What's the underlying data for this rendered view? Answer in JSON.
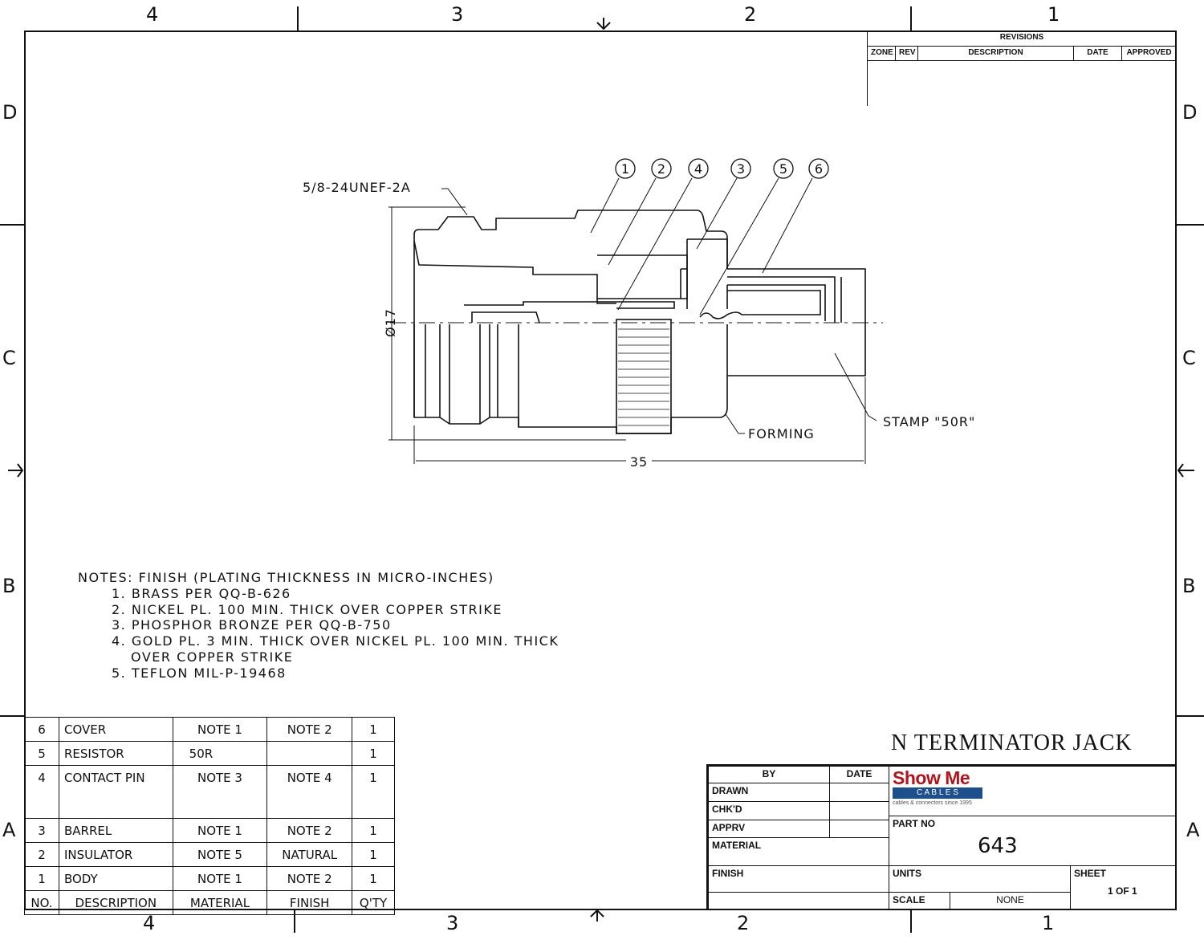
{
  "border": {
    "columns": [
      "4",
      "3",
      "2",
      "1"
    ],
    "rows": [
      "D",
      "C",
      "B",
      "A"
    ]
  },
  "revisions": {
    "title": "REVISIONS",
    "headers": [
      "ZONE",
      "REV",
      "DESCRIPTION",
      "DATE",
      "APPROVED"
    ]
  },
  "drawing": {
    "thread_label": "5/8-24UNEF-2A",
    "diameter_label": "Ø17",
    "length_label": "35",
    "forming_label": "FORMING",
    "stamp_label": "STAMP \"50R\"",
    "balloons": [
      "1",
      "2",
      "4",
      "3",
      "5",
      "6"
    ]
  },
  "notes": {
    "heading": "NOTES: FINISH (PLATING THICKNESS IN MICRO-INCHES)",
    "items": [
      "1. BRASS PER QQ-B-626",
      "2. NICKEL PL. 100 MIN. THICK OVER COPPER STRIKE",
      "3. PHOSPHOR BRONZE PER QQ-B-750",
      "4. GOLD PL. 3 MIN. THICK OVER NICKEL PL. 100 MIN. THICK",
      "OVER COPPER STRIKE",
      "5. TEFLON MIL-P-19468"
    ]
  },
  "bom": {
    "headers": [
      "NO.",
      "DESCRIPTION",
      "MATERIAL",
      "FINISH",
      "Q'TY"
    ],
    "rows": [
      {
        "no": "6",
        "description": "COVER",
        "material": "NOTE 1",
        "finish": "NOTE 2",
        "qty": "1"
      },
      {
        "no": "5",
        "description": "RESISTOR",
        "material": "50R",
        "finish": "",
        "qty": "1"
      },
      {
        "no": "4",
        "description": "CONTACT PIN",
        "material": "NOTE 3",
        "finish": "NOTE 4",
        "qty": "1"
      },
      {
        "no": "3",
        "description": "BARREL",
        "material": "NOTE 1",
        "finish": "NOTE 2",
        "qty": "1"
      },
      {
        "no": "2",
        "description": "INSULATOR",
        "material": "NOTE 5",
        "finish": "NATURAL",
        "qty": "1"
      },
      {
        "no": "1",
        "description": "BODY",
        "material": "NOTE 1",
        "finish": "NOTE 2",
        "qty": "1"
      }
    ]
  },
  "title_block": {
    "title": "N TERMINATOR JACK",
    "by": "BY",
    "date": "DATE",
    "drawn": "DRAWN",
    "checked": "CHK'D",
    "approved": "APPRV",
    "material": "MATERIAL",
    "finish": "FINISH",
    "logo_top": "Show Me",
    "logo_bottom": "C A B L E S",
    "logo_tagline": "cables & connectors since 1995",
    "part_no_label": "PART NO",
    "part_no": "643",
    "units_label": "UNITS",
    "scale_label": "SCALE",
    "scale": "NONE",
    "sheet_label": "SHEET",
    "sheet": "1 OF 1",
    "logo_red": "#b0141c",
    "logo_blue": "#1d4f8c"
  }
}
